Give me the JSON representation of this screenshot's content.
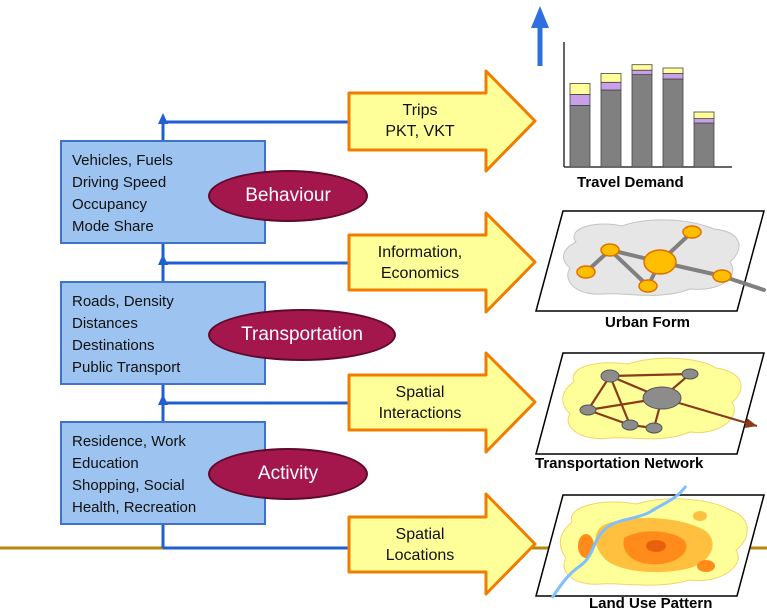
{
  "colors": {
    "box_fill": "#9dc3f0",
    "box_border": "#3f73c7",
    "connector": "#1f5fd0",
    "ellipse_fill": "#a3174d",
    "arrow_fill": "#ffff99",
    "arrow_border": "#f07d00",
    "baseline": "#b8860b",
    "up_arrow": "#2f6fe0"
  },
  "layers": [
    {
      "label": "Behaviour",
      "items": [
        "Vehicles, Fuels",
        "Driving Speed",
        "Occupancy",
        "Mode Share"
      ]
    },
    {
      "label": "Transportation",
      "items": [
        "Roads, Density",
        "Distances",
        "Destinations",
        "Public Transport"
      ]
    },
    {
      "label": "Activity",
      "items": [
        "Residence, Work",
        "Education",
        "Shopping, Social",
        "Health, Recreation"
      ]
    }
  ],
  "arrows": [
    {
      "lines": [
        "Trips",
        "PKT, VKT"
      ]
    },
    {
      "lines": [
        "Information,",
        "Economics"
      ]
    },
    {
      "lines": [
        "Spatial",
        "Interactions"
      ]
    },
    {
      "lines": [
        "Spatial",
        "Locations"
      ]
    }
  ],
  "panels": [
    {
      "caption": "Travel Demand",
      "icon": "bar-chart-icon"
    },
    {
      "caption": "Urban Form",
      "icon": "network-map-icon"
    },
    {
      "caption": "Transportation Network",
      "icon": "transport-map-icon"
    },
    {
      "caption": "Land Use Pattern",
      "icon": "land-use-map-icon"
    }
  ],
  "chart_data": {
    "type": "bar",
    "categories": [
      "",
      "",
      "",
      "",
      ""
    ],
    "series": [
      {
        "name": "",
        "values": [
          0.56,
          0.7,
          0.84,
          0.8,
          0.4
        ],
        "color": "#808080"
      },
      {
        "name": "",
        "values": [
          0.1,
          0.07,
          0.04,
          0.05,
          0.04
        ],
        "color": "#c9a0e8"
      },
      {
        "name": "",
        "values": [
          0.1,
          0.08,
          0.05,
          0.05,
          0.06
        ],
        "color": "#ffff99"
      }
    ],
    "ylim": [
      0,
      1
    ],
    "grid": false,
    "title": "",
    "xlabel": "",
    "ylabel": ""
  }
}
